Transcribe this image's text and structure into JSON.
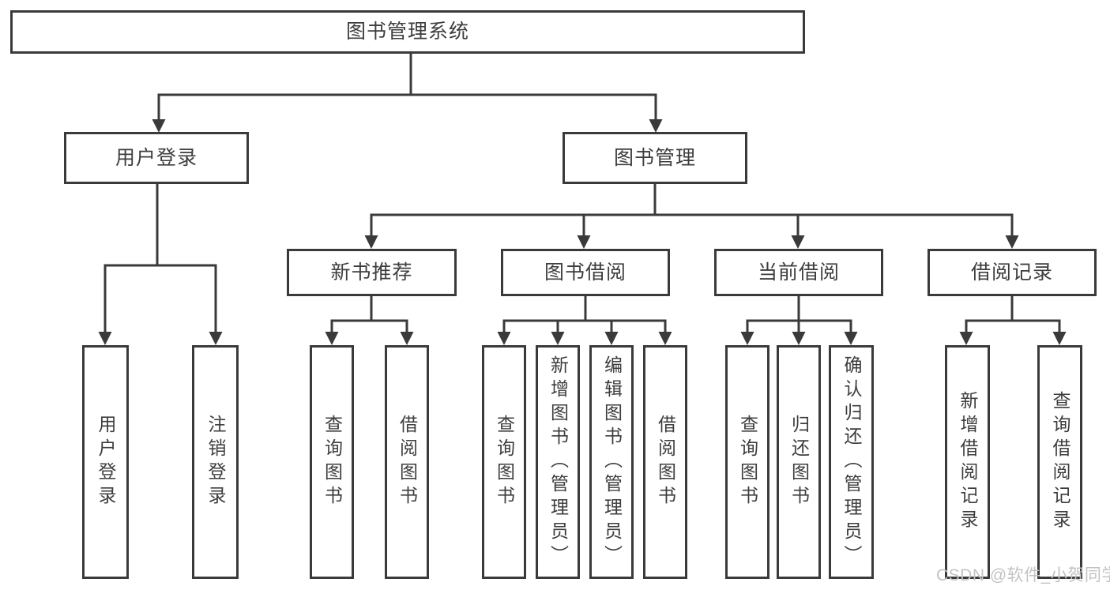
{
  "tree": {
    "root": {
      "label": "图书管理系统"
    },
    "branches": [
      {
        "label": "用户登录",
        "children": [
          {
            "label": "用户登录"
          },
          {
            "label": "注销登录"
          }
        ]
      },
      {
        "label": "图书管理",
        "children": [
          {
            "label": "新书推荐",
            "children": [
              {
                "label": "查询图书"
              },
              {
                "label": "借阅图书"
              }
            ]
          },
          {
            "label": "图书借阅",
            "children": [
              {
                "label": "查询图书"
              },
              {
                "label": "新增图书（管理员）"
              },
              {
                "label": "编辑图书（管理员）"
              },
              {
                "label": "借阅图书"
              }
            ]
          },
          {
            "label": "当前借阅",
            "children": [
              {
                "label": "查询图书"
              },
              {
                "label": "归还图书"
              },
              {
                "label": "确认归还（管理员）"
              }
            ]
          },
          {
            "label": "借阅记录",
            "children": [
              {
                "label": "新增借阅记录"
              },
              {
                "label": "查询借阅记录"
              }
            ]
          }
        ]
      }
    ]
  },
  "watermark": {
    "text": "CSDN @软件_小贺同学"
  },
  "colors": {
    "line": "#3a3a3a",
    "box_border": "#3a3a3a",
    "text": "#3d3d3d",
    "watermark": "#c3c3c3",
    "background": "#ffffff"
  }
}
